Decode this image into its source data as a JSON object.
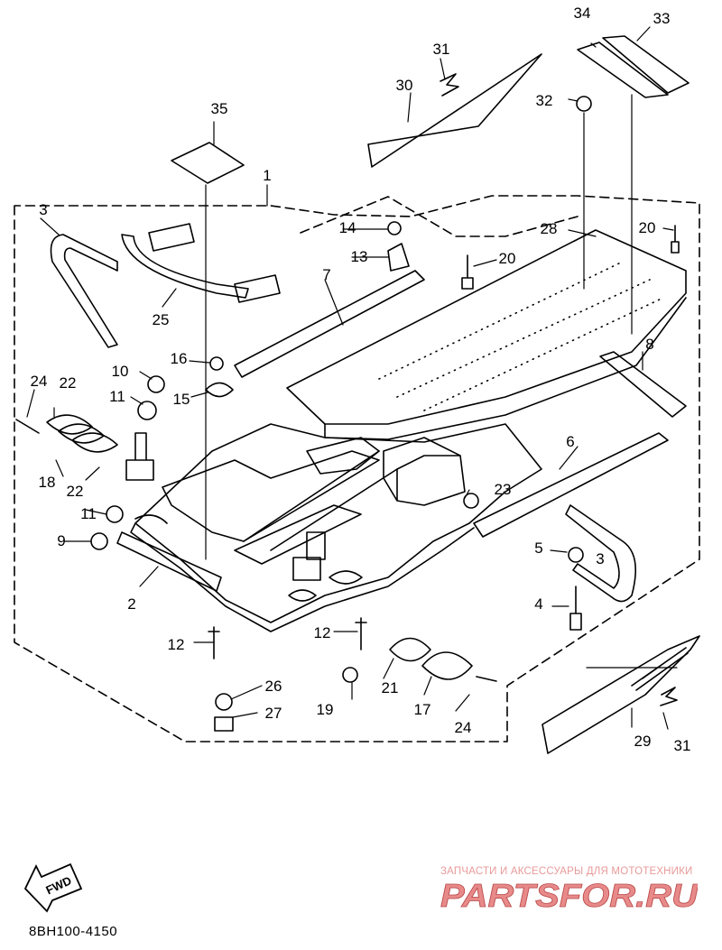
{
  "diagram": {
    "callouts": [
      "1",
      "2",
      "3",
      "3",
      "4",
      "5",
      "6",
      "7",
      "8",
      "9",
      "10",
      "11",
      "11",
      "12",
      "12",
      "13",
      "14",
      "15",
      "16",
      "17",
      "18",
      "19",
      "20",
      "20",
      "21",
      "22",
      "22",
      "23",
      "24",
      "24",
      "25",
      "26",
      "27",
      "28",
      "29",
      "30",
      "31",
      "31",
      "32",
      "33",
      "34",
      "35"
    ],
    "direction_label": "FWD",
    "part_code": "8BH100-4150"
  },
  "watermark": {
    "caption": "ЗАПЧАСТИ И АКСЕССУАРЫ ДЛЯ МОТОТЕХНИКИ",
    "logo": "PARTSFOR.RU",
    "color": "#e05555"
  },
  "colors": {
    "line": "#000000",
    "background": "#ffffff"
  }
}
